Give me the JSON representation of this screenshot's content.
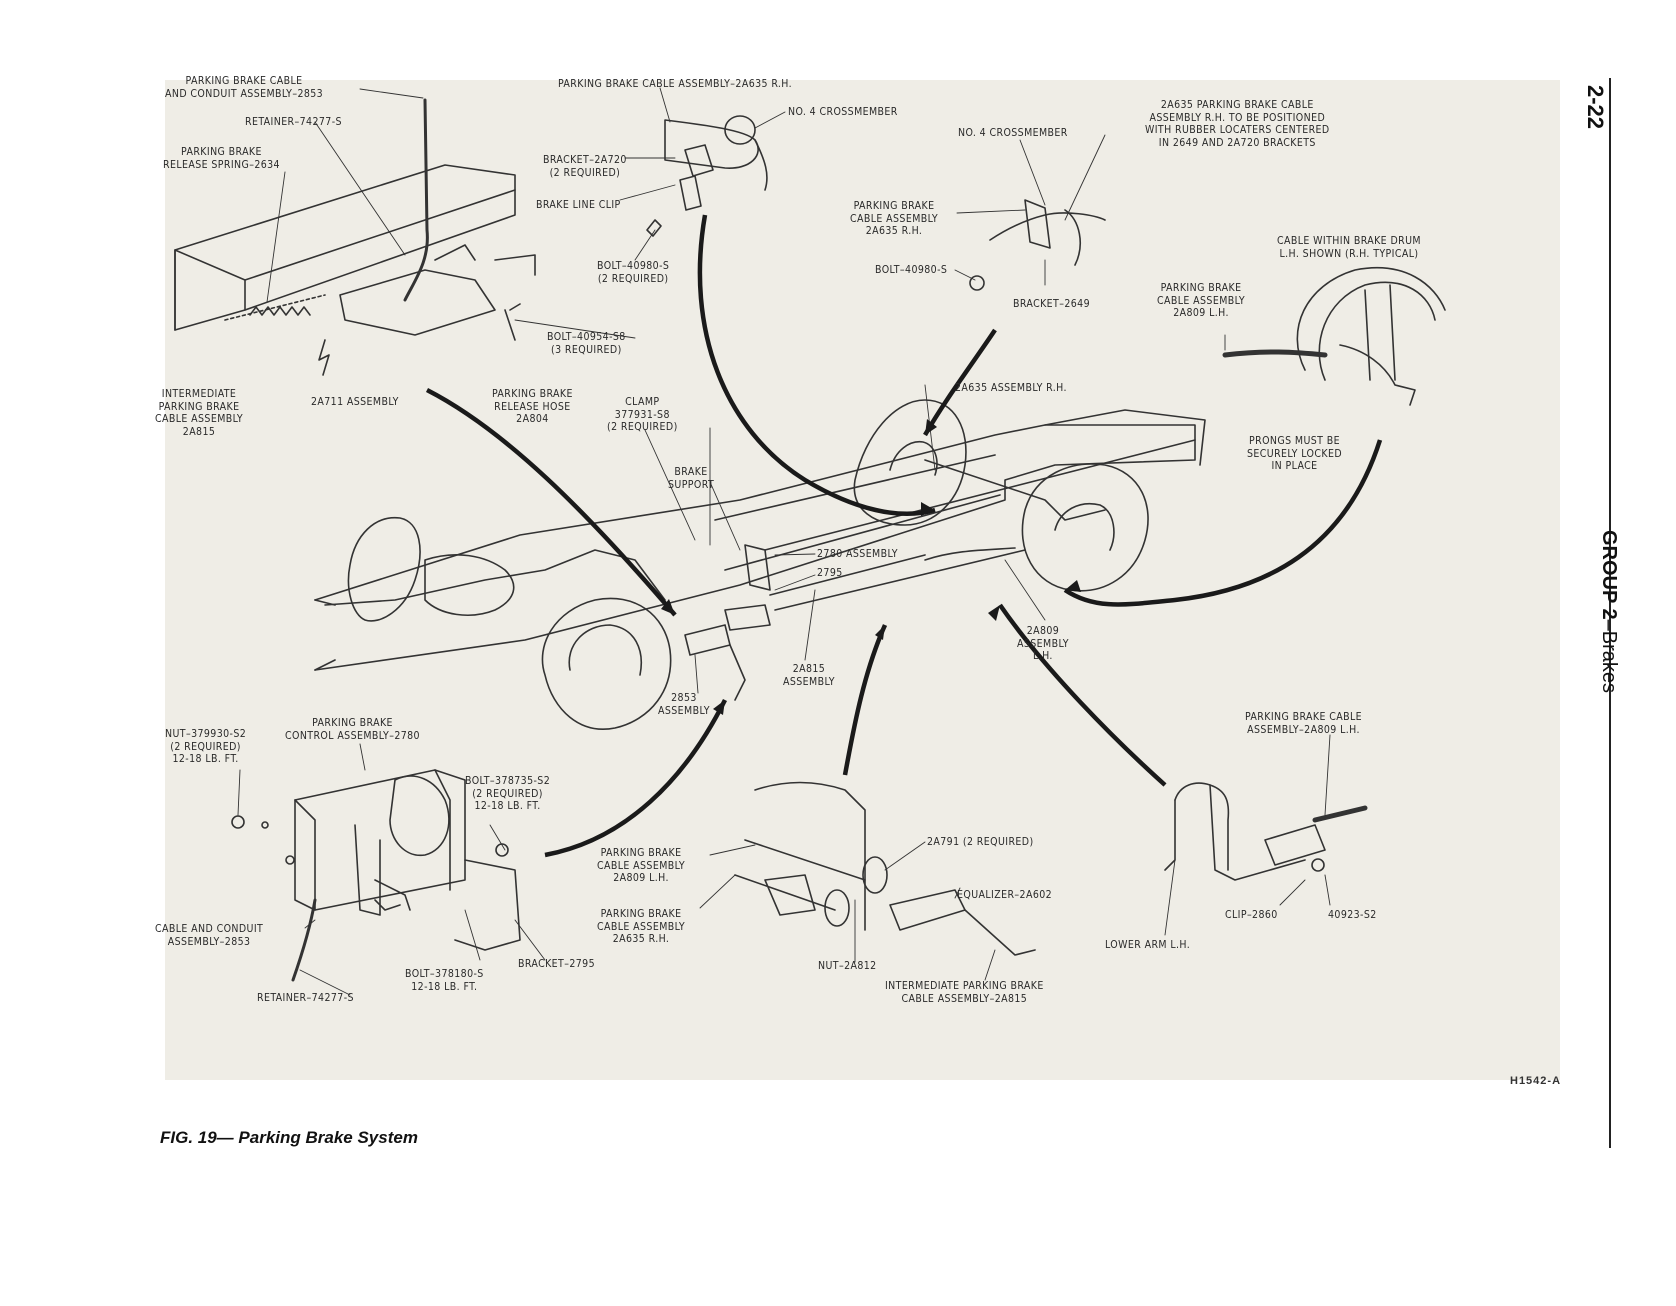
{
  "page": {
    "page_number": "2-22",
    "group_label": "GROUP 2",
    "group_section": "–Brakes",
    "caption": "FIG. 19— Parking Brake System",
    "figure_code": "H1542-A"
  },
  "labels": {
    "l01": "PARKING BRAKE CABLE\nAND CONDUIT ASSEMBLY–2853",
    "l02": "RETAINER–74277-S",
    "l03": "PARKING BRAKE\nRELEASE SPRING–2634",
    "l04": "PARKING BRAKE CABLE ASSEMBLY–2A635 R.H.",
    "l05": "NO. 4 CROSSMEMBER",
    "l06": "BRACKET–2A720\n(2 REQUIRED)",
    "l07": "BRAKE LINE CLIP",
    "l08": "BOLT–40980-S\n(2 REQUIRED)",
    "l09": "BOLT–40954-S8\n(3 REQUIRED)",
    "l10": "INTERMEDIATE\nPARKING BRAKE\nCABLE ASSEMBLY\n2A815",
    "l11": "2A711 ASSEMBLY",
    "l12": "PARKING BRAKE\nRELEASE HOSE\n2A804",
    "l13": "CLAMP\n377931-S8\n(2 REQUIRED)",
    "l14": "BRAKE\nSUPPORT",
    "l15": "NO. 4 CROSSMEMBER",
    "l16": "2A635 PARKING BRAKE CABLE\nASSEMBLY R.H. TO BE POSITIONED\nWITH RUBBER LOCATERS CENTERED\nIN 2649 AND 2A720 BRACKETS",
    "l17": "PARKING BRAKE\nCABLE ASSEMBLY\n2A635 R.H.",
    "l18": "BOLT–40980-S",
    "l19": "BRACKET–2649",
    "l20": "CABLE WITHIN BRAKE DRUM\nL.H. SHOWN (R.H. TYPICAL)",
    "l21": "PARKING BRAKE\nCABLE ASSEMBLY\n2A809 L.H.",
    "l22": "2A635 ASSEMBLY R.H.",
    "l23": "PRONGS MUST BE\nSECURELY LOCKED\nIN PLACE",
    "l24": "2780 ASSEMBLY",
    "l25": "2795",
    "l26": "2A809\nASSEMBLY\nL.H.",
    "l27": "2A815\nASSEMBLY",
    "l28": "2853\nASSEMBLY",
    "l29": "NUT–379930-S2\n(2 REQUIRED)\n12-18 LB. FT.",
    "l30": "PARKING BRAKE\nCONTROL ASSEMBLY–2780",
    "l31": "BOLT–378735-S2\n(2 REQUIRED)\n12-18 LB. FT.",
    "l32": "CABLE AND CONDUIT\nASSEMBLY–2853",
    "l33": "RETAINER–74277-S",
    "l34": "BOLT–378180-S\n12-18 LB. FT.",
    "l35": "BRACKET–2795",
    "l36": "PARKING BRAKE\nCABLE ASSEMBLY\n2A809 L.H.",
    "l37": "2A791 (2 REQUIRED)",
    "l38": "EQUALIZER–2A602",
    "l39": "PARKING BRAKE\nCABLE ASSEMBLY\n2A635 R.H.",
    "l40": "NUT–2A812",
    "l41": "INTERMEDIATE PARKING BRAKE\nCABLE ASSEMBLY–2A815",
    "l42": "PARKING BRAKE CABLE\nASSEMBLY–2A809 L.H.",
    "l43": "CLIP–2860",
    "l44": "40923-S2",
    "l45": "LOWER ARM L.H."
  },
  "colors": {
    "paper": "#efede6",
    "ink": "#2a2a2a"
  }
}
